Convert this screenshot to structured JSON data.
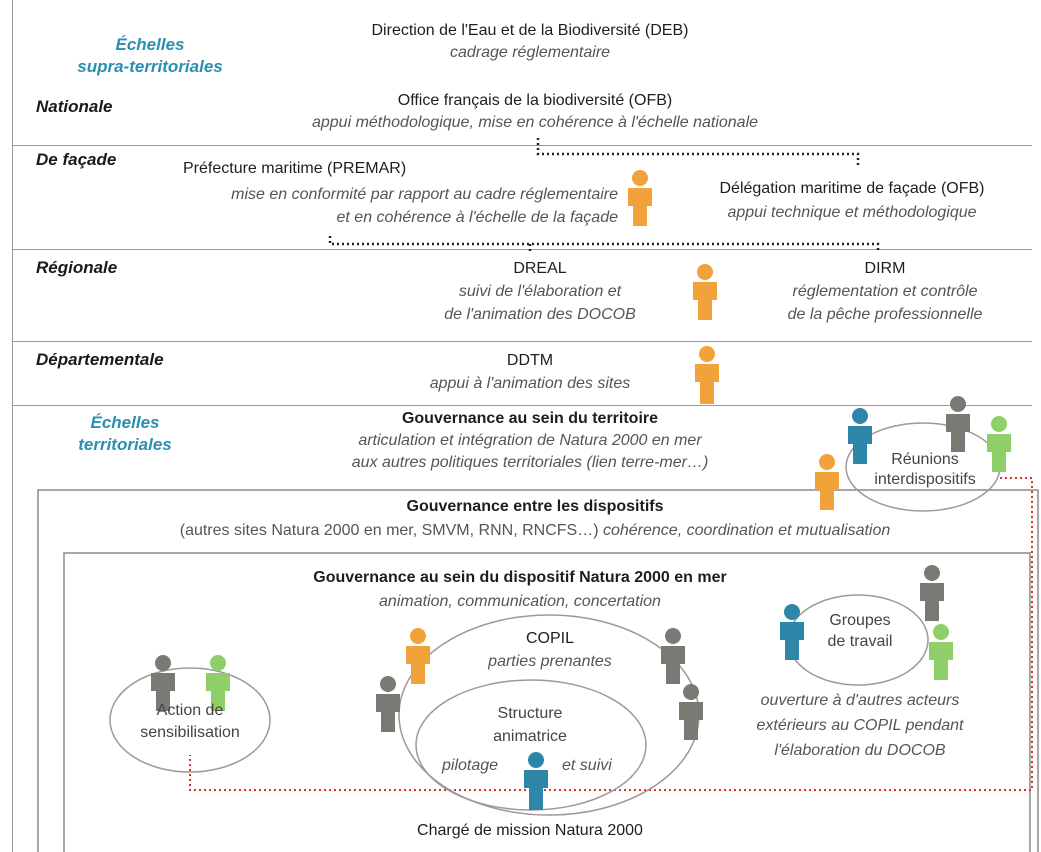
{
  "scales": {
    "supra": "Échelles supra-territoriales",
    "supra_line1": "Échelles",
    "supra_line2": "supra-territoriales",
    "territorial_line1": "Échelles",
    "territorial_line2": "territoriales"
  },
  "levels": {
    "nationale": "Nationale",
    "facade": "De façade",
    "regionale": "Régionale",
    "departementale": "Départementale"
  },
  "deb": {
    "title": "Direction de l'Eau et de la Biodiversité (DEB)",
    "role": "cadrage réglementaire"
  },
  "ofb": {
    "title": "Office français de la biodiversité (OFB)",
    "role": "appui méthodologique, mise en cohérence à l'échelle nationale"
  },
  "premar": {
    "title": "Préfecture maritime (PREMAR)",
    "role_line1": "mise en conformité par rapport au cadre réglementaire",
    "role_line2": "et en cohérence à l'échelle de la façade"
  },
  "dmf": {
    "title": "Délégation maritime de façade (OFB)",
    "role": "appui technique et méthodologique"
  },
  "dreal": {
    "title": "DREAL",
    "role_line1": "suivi de l'élaboration et",
    "role_line2": "de l'animation des DOCOB"
  },
  "dirm": {
    "title": "DIRM",
    "role_line1": "réglementation et contrôle",
    "role_line2": "de la pêche professionnelle"
  },
  "ddtm": {
    "title": "DDTM",
    "role": "appui à l'animation des sites"
  },
  "gov_territoire": {
    "title": "Gouvernance au sein du territoire",
    "role_line1": "articulation et intégration de Natura 2000 en mer",
    "role_line2": "aux autres politiques territoriales (lien terre-mer…)"
  },
  "reunions": {
    "line1": "Réunions",
    "line2": "interdispositifs"
  },
  "gov_dispositifs": {
    "title": "Gouvernance entre les dispositifs",
    "role_plain": "(autres sites Natura 2000 en mer, SMVM, RNN, RNCFS…)",
    "role_italic": "cohérence, coordination et mutualisation"
  },
  "gov_natura": {
    "title": "Gouvernance au sein du dispositif Natura 2000 en mer",
    "role": "animation, communication, concertation"
  },
  "groupes": {
    "line1": "Groupes",
    "line2": "de travail"
  },
  "copil": {
    "title": "COPIL",
    "role": "parties prenantes"
  },
  "ouverture": {
    "line1": "ouverture à d'autres acteurs",
    "line2": "extérieurs au COPIL pendant",
    "line3": "l'élaboration du DOCOB"
  },
  "action": {
    "line1": "Action de",
    "line2": "sensibilisation"
  },
  "structure": {
    "line1": "Structure",
    "line2": "animatrice",
    "role_a": "pilotage",
    "role_b": "et suivi"
  },
  "charge": "Chargé de mission Natura 2000",
  "colors": {
    "orange": "#f2a23a",
    "grey": "#7a7a74",
    "green": "#8fcf6a",
    "blue": "#2e86a8",
    "red": "#d93030",
    "scale": "#2a8fb0"
  },
  "icons": [
    "person-icon"
  ]
}
